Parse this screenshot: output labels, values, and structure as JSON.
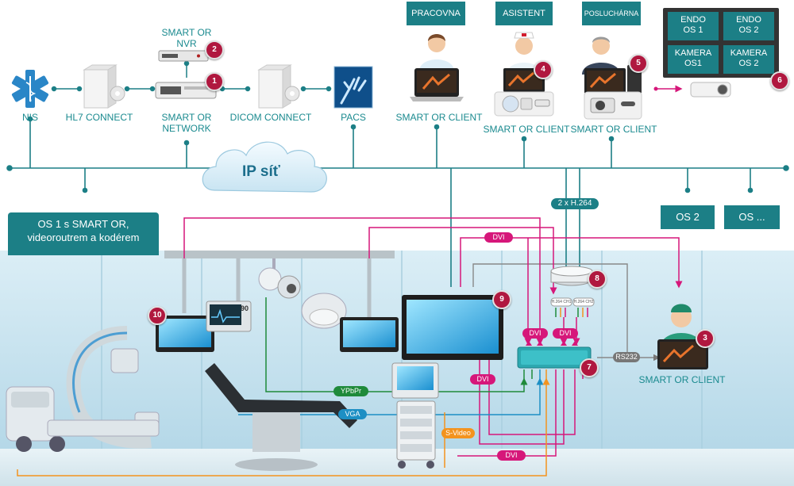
{
  "top_labels": {
    "nis": "NIS",
    "hl7": "HL7 CONNECT",
    "smart_nvr": "SMART OR\nNVR",
    "smart_network": "SMART OR\nNETWORK",
    "dicom": "DICOM CONNECT",
    "pacs": "PACS",
    "client_pracovna": "SMART OR CLIENT",
    "client_asistent": "SMART OR CLIENT",
    "client_posluchar": "SMART OR CLIENT",
    "client_os": "SMART OR CLIENT"
  },
  "headers": {
    "pracovna": "PRACOVNA",
    "asistent": "ASISTENT",
    "posluchar": "POSLUCHÁRNA"
  },
  "ip_net": "IP síť",
  "videowall": {
    "cells": [
      "ENDO\nOS 1",
      "ENDO\nOS 2",
      "KAMERA\nOS1",
      "KAMERA\nOS 2"
    ]
  },
  "os_boxes": [
    "OS 2",
    "OS ..."
  ],
  "room_title": "OS 1 s SMART OR,\nvideoroutrem a kodérem",
  "h264": "2 x H.264",
  "signals": {
    "dvi_top": "DVI",
    "dvi_a": "DVI",
    "dvi_b": "DVI",
    "dvi_c": "DVI",
    "dvi_bottom": "DVI",
    "ypbpr": "YPbPr",
    "vga": "VGA",
    "svideo": "S-Video",
    "rs232": "RS232"
  },
  "encoder_ports": [
    "H.264 CH1",
    "H.264 CH2"
  ],
  "monitor_hr": "90",
  "badges": [
    "1",
    "2",
    "3",
    "4",
    "5",
    "6",
    "7",
    "8",
    "9",
    "10"
  ],
  "colors": {
    "teal": "#1c7f86",
    "dvi": "#d6177a",
    "ypbpr": "#1f8a3a",
    "vga": "#1d8fc4",
    "svideo": "#f3931e",
    "badge": "#b0183f"
  }
}
